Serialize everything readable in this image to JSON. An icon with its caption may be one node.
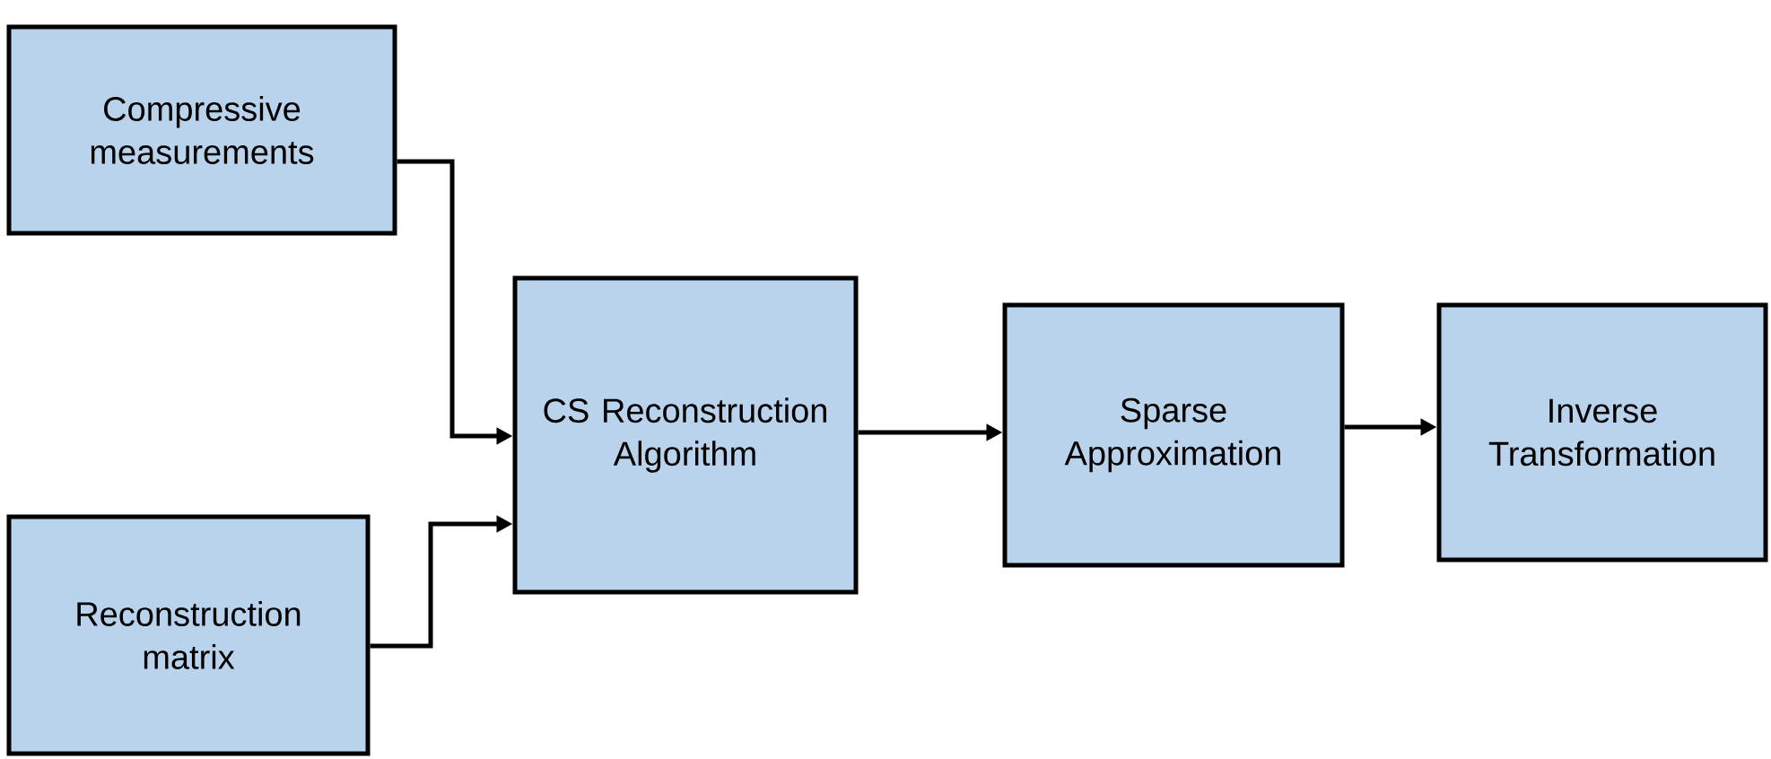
{
  "diagram": {
    "nodes": [
      {
        "text": [
          "Compressive measurements"
        ]
      },
      {
        "text": [
          "Reconstruction matrix"
        ]
      },
      {
        "text": [
          "CS Reconstruction Algorithm"
        ]
      },
      {
        "text": [
          "Sparse Approximation"
        ]
      },
      {
        "text": [
          "Inverse Transformation"
        ]
      }
    ],
    "edges": [
      {
        "from": 0,
        "to": 2,
        "arrow": "to"
      },
      {
        "from": 1,
        "to": 2,
        "arrow": "to"
      },
      {
        "from": 2,
        "to": 3,
        "arrow": "to"
      },
      {
        "from": 3,
        "to": 4,
        "arrow": "to"
      }
    ]
  }
}
